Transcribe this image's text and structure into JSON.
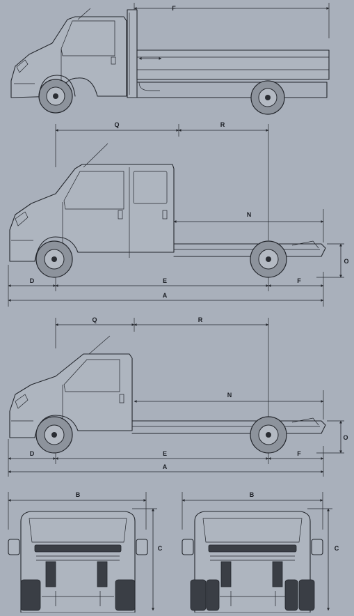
{
  "labels": {
    "top_tipper": {
      "dim_top": "F"
    },
    "double_cab": {
      "q": "Q",
      "r": "R",
      "n": "N",
      "o": "O",
      "d": "D",
      "e": "E",
      "f": "F",
      "a": "A"
    },
    "single_cab": {
      "q": "Q",
      "r": "R",
      "n": "N",
      "o": "O",
      "d": "D",
      "e": "E",
      "f": "F",
      "a": "A"
    },
    "front_left": {
      "b": "B",
      "c": "C"
    },
    "front_right": {
      "b": "B",
      "c": "C"
    }
  }
}
